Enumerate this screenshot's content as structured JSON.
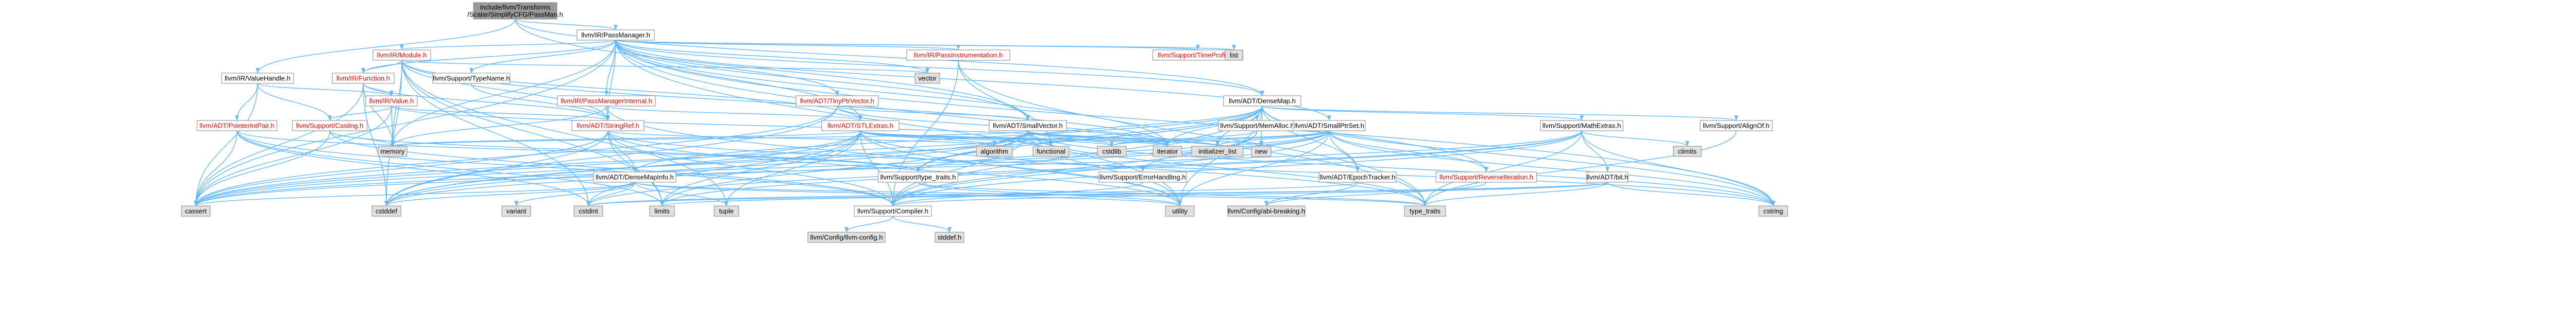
{
  "colors": {
    "edge": "#63b8ff",
    "node_fill": "#ffffff",
    "node_border": "#999999",
    "ext_fill": "#e0e0e0",
    "ext_border": "#999999",
    "root_fill": "#999999",
    "root_border": "#666666",
    "text": "#000000",
    "red_text": "#ff0000"
  },
  "nodes": [
    {
      "id": "root",
      "label": "include/llvm/Transforms\n/Scalar/SimplifyCFG/PassMan.h",
      "kind": "root"
    },
    {
      "id": "passmanager",
      "label": "llvm/IR/PassManager.h",
      "kind": "normal"
    },
    {
      "id": "valuehandle",
      "label": "llvm/IR/ValueHandle.h",
      "kind": "normal"
    },
    {
      "id": "module",
      "label": "llvm/IR/Module.h",
      "kind": "red"
    },
    {
      "id": "passinstr",
      "label": "llvm/IR/PassInstrumentation.h",
      "kind": "red"
    },
    {
      "id": "timeprofiler",
      "label": "llvm/Support/TimeProfiler.h",
      "kind": "red"
    },
    {
      "id": "list",
      "label": "list",
      "kind": "ext"
    },
    {
      "id": "function",
      "label": "llvm/IR/Function.h",
      "kind": "red"
    },
    {
      "id": "typename",
      "label": "llvm/Support/TypeName.h",
      "kind": "normal"
    },
    {
      "id": "vector",
      "label": "vector",
      "kind": "ext"
    },
    {
      "id": "value",
      "label": "llvm/IR/Value.h",
      "kind": "red"
    },
    {
      "id": "pmi",
      "label": "llvm/IR/PassManagerInternal.h",
      "kind": "red"
    },
    {
      "id": "tinyptr",
      "label": "llvm/ADT/TinyPtrVector.h",
      "kind": "red"
    },
    {
      "id": "densemap",
      "label": "llvm/ADT/DenseMap.h",
      "kind": "normal"
    },
    {
      "id": "pointerintpair",
      "label": "llvm/ADT/PointerIntPair.h",
      "kind": "red"
    },
    {
      "id": "casting",
      "label": "llvm/Support/Casting.h",
      "kind": "red"
    },
    {
      "id": "stringref",
      "label": "llvm/ADT/StringRef.h",
      "kind": "red"
    },
    {
      "id": "stlextras",
      "label": "llvm/ADT/STLExtras.h",
      "kind": "red"
    },
    {
      "id": "smallvector",
      "label": "llvm/ADT/SmallVector.h",
      "kind": "normal"
    },
    {
      "id": "memalloc",
      "label": "llvm/Support/MemAlloc.h",
      "kind": "normal"
    },
    {
      "id": "smallptrset",
      "label": "llvm/ADT/SmallPtrSet.h",
      "kind": "normal"
    },
    {
      "id": "mathextras",
      "label": "llvm/Support/MathExtras.h",
      "kind": "normal"
    },
    {
      "id": "alignof",
      "label": "llvm/Support/AlignOf.h",
      "kind": "normal"
    },
    {
      "id": "densemapinfo",
      "label": "llvm/ADT/DenseMapInfo.h",
      "kind": "normal"
    },
    {
      "id": "typetraits",
      "label": "llvm/Support/type_traits.h",
      "kind": "normal"
    },
    {
      "id": "errorhandling",
      "label": "llvm/Support/ErrorHandling.h",
      "kind": "normal"
    },
    {
      "id": "epochtracker",
      "label": "llvm/ADT/EpochTracker.h",
      "kind": "normal"
    },
    {
      "id": "reverseiter",
      "label": "llvm/Support/ReverseIteration.h",
      "kind": "red"
    },
    {
      "id": "bit",
      "label": "llvm/ADT/bit.h",
      "kind": "normal"
    },
    {
      "id": "climits",
      "label": "climits",
      "kind": "ext"
    },
    {
      "id": "memory",
      "label": "memory",
      "kind": "ext"
    },
    {
      "id": "algorithm",
      "label": "algorithm",
      "kind": "ext"
    },
    {
      "id": "functional",
      "label": "functional",
      "kind": "ext"
    },
    {
      "id": "cstdlib",
      "label": "cstdlib",
      "kind": "ext"
    },
    {
      "id": "iterator",
      "label": "iterator",
      "kind": "ext"
    },
    {
      "id": "initlist",
      "label": "initializer_list",
      "kind": "ext"
    },
    {
      "id": "new",
      "label": "new",
      "kind": "ext"
    },
    {
      "id": "cassert",
      "label": "cassert",
      "kind": "ext"
    },
    {
      "id": "cstddef",
      "label": "cstddef",
      "kind": "ext"
    },
    {
      "id": "variant",
      "label": "variant",
      "kind": "ext"
    },
    {
      "id": "cstdint",
      "label": "cstdint",
      "kind": "ext"
    },
    {
      "id": "limits",
      "label": "limits",
      "kind": "ext"
    },
    {
      "id": "tuple",
      "label": "tuple",
      "kind": "ext"
    },
    {
      "id": "compiler",
      "label": "llvm/Support/Compiler.h",
      "kind": "normal"
    },
    {
      "id": "utility",
      "label": "utility",
      "kind": "ext"
    },
    {
      "id": "configabi",
      "label": "llvm/Config/abi-breaking.h",
      "kind": "ext"
    },
    {
      "id": "typetraitsstd",
      "label": "type_traits",
      "kind": "ext"
    },
    {
      "id": "cstring",
      "label": "cstring",
      "kind": "ext"
    },
    {
      "id": "llvmconfig",
      "label": "llvm/Config/llvm-config.h",
      "kind": "ext"
    },
    {
      "id": "stddef",
      "label": "stddef.h",
      "kind": "ext"
    }
  ],
  "edges": [
    [
      "root",
      "passmanager"
    ],
    [
      "root",
      "densemap"
    ],
    [
      "root",
      "smallvector"
    ],
    [
      "root",
      "valuehandle"
    ],
    [
      "passmanager",
      "module"
    ],
    [
      "passmanager",
      "passinstr"
    ],
    [
      "passmanager",
      "timeprofiler"
    ],
    [
      "passmanager",
      "list"
    ],
    [
      "passmanager",
      "function"
    ],
    [
      "passmanager",
      "typename"
    ],
    [
      "passmanager",
      "vector"
    ],
    [
      "passmanager",
      "pmi"
    ],
    [
      "passmanager",
      "tinyptr"
    ],
    [
      "passmanager",
      "densemap"
    ],
    [
      "passmanager",
      "smallptrset"
    ],
    [
      "passmanager",
      "stringref"
    ],
    [
      "passmanager",
      "stlextras"
    ],
    [
      "passmanager",
      "smallvector"
    ],
    [
      "passmanager",
      "cassert"
    ],
    [
      "passmanager",
      "cstring"
    ],
    [
      "passmanager",
      "iterator"
    ],
    [
      "passmanager",
      "memory"
    ],
    [
      "passmanager",
      "utility"
    ],
    [
      "passmanager",
      "typetraitsstd"
    ],
    [
      "valuehandle",
      "pointerintpair"
    ],
    [
      "valuehandle",
      "value"
    ],
    [
      "valuehandle",
      "casting"
    ],
    [
      "valuehandle",
      "cassert"
    ],
    [
      "module",
      "function"
    ],
    [
      "module",
      "stringref"
    ],
    [
      "module",
      "stlextras"
    ],
    [
      "module",
      "vector"
    ],
    [
      "module",
      "memory"
    ],
    [
      "module",
      "iterator"
    ],
    [
      "module",
      "cstddef"
    ],
    [
      "module",
      "cstdint"
    ],
    [
      "module",
      "limits"
    ],
    [
      "module",
      "tuple"
    ],
    [
      "passinstr",
      "compiler"
    ],
    [
      "passinstr",
      "typetraitsstd"
    ],
    [
      "passinstr",
      "functional"
    ],
    [
      "function",
      "value"
    ],
    [
      "function",
      "stringref"
    ],
    [
      "function",
      "memory"
    ],
    [
      "function",
      "cassert"
    ],
    [
      "function",
      "cstddef"
    ],
    [
      "typename",
      "stringref"
    ],
    [
      "value",
      "stringref"
    ],
    [
      "value",
      "casting"
    ],
    [
      "value",
      "memory"
    ],
    [
      "value",
      "cassert"
    ],
    [
      "value",
      "iterator"
    ],
    [
      "pmi",
      "stlextras"
    ],
    [
      "pmi",
      "stringref"
    ],
    [
      "pmi",
      "memory"
    ],
    [
      "pmi",
      "utility"
    ],
    [
      "tinyptr",
      "smallvector"
    ],
    [
      "tinyptr",
      "iterator"
    ],
    [
      "tinyptr",
      "cassert"
    ],
    [
      "tinyptr",
      "cstddef"
    ],
    [
      "densemap",
      "densemapinfo"
    ],
    [
      "densemap",
      "epochtracker"
    ],
    [
      "densemap",
      "alignof"
    ],
    [
      "densemap",
      "compiler"
    ],
    [
      "densemap",
      "mathextras"
    ],
    [
      "densemap",
      "memalloc"
    ],
    [
      "densemap",
      "reverseiter"
    ],
    [
      "densemap",
      "typetraits"
    ],
    [
      "densemap",
      "algorithm"
    ],
    [
      "densemap",
      "cassert"
    ],
    [
      "densemap",
      "cstddef"
    ],
    [
      "densemap",
      "cstring"
    ],
    [
      "densemap",
      "initlist"
    ],
    [
      "densemap",
      "iterator"
    ],
    [
      "densemap",
      "new"
    ],
    [
      "densemap",
      "utility"
    ],
    [
      "pointerintpair",
      "compiler"
    ],
    [
      "pointerintpair",
      "typetraits"
    ],
    [
      "pointerintpair",
      "cassert"
    ],
    [
      "pointerintpair",
      "cstdint"
    ],
    [
      "pointerintpair",
      "limits"
    ],
    [
      "casting",
      "compiler"
    ],
    [
      "casting",
      "typetraits"
    ],
    [
      "casting",
      "cassert"
    ],
    [
      "casting",
      "memory"
    ],
    [
      "casting",
      "optional"
    ],
    [
      "stringref",
      "densemapinfo"
    ],
    [
      "stringref",
      "compiler"
    ],
    [
      "stringref",
      "algorithm"
    ],
    [
      "stringref",
      "cassert"
    ],
    [
      "stringref",
      "cstddef"
    ],
    [
      "stringref",
      "cstring"
    ],
    [
      "stringref",
      "limits"
    ],
    [
      "stringref",
      "type_traits"
    ],
    [
      "stringref",
      "utility"
    ],
    [
      "stlextras",
      "compiler"
    ],
    [
      "stlextras",
      "algorithm"
    ],
    [
      "stlextras",
      "cassert"
    ],
    [
      "stlextras",
      "cstddef"
    ],
    [
      "stlextras",
      "cstdint"
    ],
    [
      "stlextras",
      "cstdlib"
    ],
    [
      "stlextras",
      "functional"
    ],
    [
      "stlextras",
      "initlist"
    ],
    [
      "stlextras",
      "iterator"
    ],
    [
      "stlextras",
      "limits"
    ],
    [
      "stlextras",
      "memory"
    ],
    [
      "stlextras",
      "tuple"
    ],
    [
      "stlextras",
      "typetraitsstd"
    ],
    [
      "stlextras",
      "utility"
    ],
    [
      "smallvector",
      "compiler"
    ],
    [
      "smallvector",
      "typetraits"
    ],
    [
      "smallvector",
      "algorithm"
    ],
    [
      "smallvector",
      "cassert"
    ],
    [
      "smallvector",
      "cstddef"
    ],
    [
      "smallvector",
      "cstdlib"
    ],
    [
      "smallvector",
      "cstring"
    ],
    [
      "smallvector",
      "functional"
    ],
    [
      "smallvector",
      "initlist"
    ],
    [
      "smallvector",
      "iterator"
    ],
    [
      "smallvector",
      "limits"
    ],
    [
      "smallvector",
      "memory"
    ],
    [
      "smallvector",
      "new"
    ],
    [
      "smallvector",
      "typetraitsstd"
    ],
    [
      "smallvector",
      "utility"
    ],
    [
      "memalloc",
      "compiler"
    ],
    [
      "memalloc",
      "errorhandling"
    ],
    [
      "memalloc",
      "cstdlib"
    ],
    [
      "smallptrset",
      "epochtracker"
    ],
    [
      "smallptrset",
      "compiler"
    ],
    [
      "smallptrset",
      "reverseiter"
    ],
    [
      "smallptrset",
      "typetraits"
    ],
    [
      "smallptrset",
      "cassert"
    ],
    [
      "smallptrset",
      "cstddef"
    ],
    [
      "smallptrset",
      "cstdlib"
    ],
    [
      "smallptrset",
      "cstring"
    ],
    [
      "smallptrset",
      "initlist"
    ],
    [
      "smallptrset",
      "iterator"
    ],
    [
      "smallptrset",
      "utility"
    ],
    [
      "mathextras",
      "bit"
    ],
    [
      "mathextras",
      "compiler"
    ],
    [
      "mathextras",
      "cassert"
    ],
    [
      "mathextras",
      "climits"
    ],
    [
      "mathextras",
      "cstdint"
    ],
    [
      "mathextras",
      "cstring"
    ],
    [
      "mathextras",
      "limits"
    ],
    [
      "mathextras",
      "typetraitsstd"
    ],
    [
      "alignof",
      "typetraitsstd"
    ],
    [
      "densemapinfo",
      "cassert"
    ],
    [
      "densemapinfo",
      "cstddef"
    ],
    [
      "densemapinfo",
      "cstdint"
    ],
    [
      "densemapinfo",
      "tuple"
    ],
    [
      "densemapinfo",
      "typetraitsstd"
    ],
    [
      "densemapinfo",
      "utility"
    ],
    [
      "densemapinfo",
      "variant"
    ],
    [
      "typetraits",
      "typetraitsstd"
    ],
    [
      "typetraits",
      "utility"
    ],
    [
      "errorhandling",
      "compiler"
    ],
    [
      "epochtracker",
      "configabi"
    ],
    [
      "epochtracker",
      "cstdint"
    ],
    [
      "reverseiter",
      "configabi"
    ],
    [
      "bit",
      "compiler"
    ],
    [
      "bit",
      "cstdint"
    ],
    [
      "bit",
      "limits"
    ],
    [
      "bit",
      "typetraitsstd"
    ],
    [
      "bit",
      "cstring"
    ],
    [
      "compiler",
      "llvmconfig"
    ],
    [
      "compiler",
      "stddef"
    ]
  ]
}
